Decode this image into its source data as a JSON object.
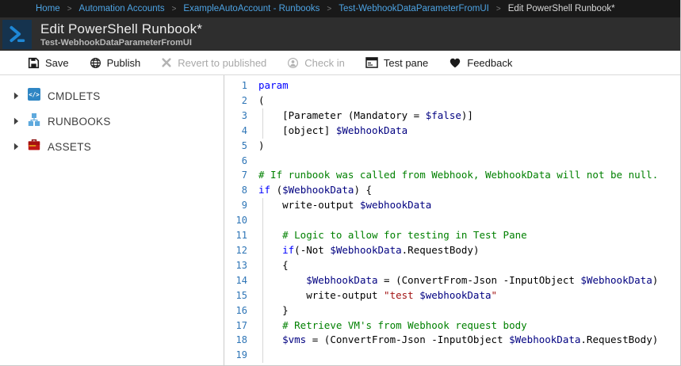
{
  "breadcrumb": {
    "separator": ">",
    "items": [
      {
        "label": "Home",
        "current": false
      },
      {
        "label": "Automation Accounts",
        "current": false
      },
      {
        "label": "ExampleAutoAccount - Runbooks",
        "current": false
      },
      {
        "label": "Test-WebhookDataParameterFromUI",
        "current": false
      },
      {
        "label": "Edit PowerShell Runbook*",
        "current": true
      }
    ]
  },
  "header": {
    "title": "Edit PowerShell Runbook*",
    "subtitle": "Test-WebhookDataParameterFromUI",
    "icon": "powershell-icon"
  },
  "toolbar": {
    "items": [
      {
        "id": "save",
        "label": "Save",
        "icon": "save-icon",
        "enabled": true
      },
      {
        "id": "publish",
        "label": "Publish",
        "icon": "publish-icon",
        "enabled": true
      },
      {
        "id": "revert-to-published",
        "label": "Revert to published",
        "icon": "revert-icon",
        "enabled": false
      },
      {
        "id": "check-in",
        "label": "Check in",
        "icon": "checkin-icon",
        "enabled": false
      },
      {
        "id": "test-pane",
        "label": "Test pane",
        "icon": "test-pane-icon",
        "enabled": true
      },
      {
        "id": "feedback",
        "label": "Feedback",
        "icon": "heart-icon",
        "enabled": true
      }
    ]
  },
  "sidebar": {
    "items": [
      {
        "id": "cmdlets",
        "label": "CMDLETS",
        "icon": "cmdlets-icon"
      },
      {
        "id": "runbooks",
        "label": "RUNBOOKS",
        "icon": "runbooks-icon"
      },
      {
        "id": "assets",
        "label": "ASSETS",
        "icon": "assets-icon"
      }
    ]
  },
  "editor": {
    "colors": {
      "keyword": "#0000ff",
      "variable": "#000080",
      "comment": "#008000",
      "string": "#a31515",
      "plain": "#000000",
      "line_number": "#2e75b6",
      "breadcrumb_link": "#4da3e3",
      "accent_blue": "#1e87d5"
    },
    "lines": [
      {
        "n": "1",
        "guide": false,
        "segs": [
          [
            "kw",
            "param"
          ]
        ]
      },
      {
        "n": "2",
        "guide": false,
        "segs": [
          [
            "pln",
            "("
          ]
        ]
      },
      {
        "n": "3",
        "guide": true,
        "segs": [
          [
            "pln",
            "    [Parameter (Mandatory = "
          ],
          [
            "var",
            "$false"
          ],
          [
            "pln",
            ")]"
          ]
        ]
      },
      {
        "n": "4",
        "guide": true,
        "segs": [
          [
            "pln",
            "    [object] "
          ],
          [
            "var",
            "$WebhookData"
          ]
        ]
      },
      {
        "n": "5",
        "guide": false,
        "segs": [
          [
            "pln",
            ")"
          ]
        ]
      },
      {
        "n": "6",
        "guide": false,
        "segs": []
      },
      {
        "n": "7",
        "guide": false,
        "segs": [
          [
            "cmt",
            "# If runbook was called from Webhook, WebhookData will not be null."
          ]
        ]
      },
      {
        "n": "8",
        "guide": false,
        "segs": [
          [
            "kw",
            "if"
          ],
          [
            "pln",
            " ("
          ],
          [
            "var",
            "$WebhookData"
          ],
          [
            "pln",
            ") {"
          ]
        ]
      },
      {
        "n": "9",
        "guide": true,
        "segs": [
          [
            "pln",
            "    write-output "
          ],
          [
            "var",
            "$webhookData"
          ]
        ]
      },
      {
        "n": "10",
        "guide": true,
        "segs": []
      },
      {
        "n": "11",
        "guide": true,
        "segs": [
          [
            "pln",
            "    "
          ],
          [
            "cmt",
            "# Logic to allow for testing in Test Pane"
          ]
        ]
      },
      {
        "n": "12",
        "guide": true,
        "segs": [
          [
            "pln",
            "    "
          ],
          [
            "kw",
            "if"
          ],
          [
            "pln",
            "(-Not "
          ],
          [
            "var",
            "$WebhookData"
          ],
          [
            "pln",
            ".RequestBody)"
          ]
        ]
      },
      {
        "n": "13",
        "guide": true,
        "segs": [
          [
            "pln",
            "    {"
          ]
        ]
      },
      {
        "n": "14",
        "guide": true,
        "segs": [
          [
            "pln",
            "        "
          ],
          [
            "var",
            "$WebhookData"
          ],
          [
            "pln",
            " = (ConvertFrom-Json -InputObject "
          ],
          [
            "var",
            "$WebhookData"
          ],
          [
            "pln",
            ")"
          ]
        ]
      },
      {
        "n": "15",
        "guide": true,
        "segs": [
          [
            "pln",
            "        write-output "
          ],
          [
            "str",
            "\"test "
          ],
          [
            "var",
            "$webhookData"
          ],
          [
            "str",
            "\""
          ]
        ]
      },
      {
        "n": "16",
        "guide": true,
        "segs": [
          [
            "pln",
            "    }"
          ]
        ]
      },
      {
        "n": "17",
        "guide": true,
        "segs": [
          [
            "pln",
            "    "
          ],
          [
            "cmt",
            "# Retrieve VM's from Webhook request body"
          ]
        ]
      },
      {
        "n": "18",
        "guide": true,
        "segs": [
          [
            "pln",
            "    "
          ],
          [
            "var",
            "$vms"
          ],
          [
            "pln",
            " = (ConvertFrom-Json -InputObject "
          ],
          [
            "var",
            "$WebhookData"
          ],
          [
            "pln",
            ".RequestBody)"
          ]
        ]
      },
      {
        "n": "19",
        "guide": true,
        "segs": []
      }
    ]
  }
}
